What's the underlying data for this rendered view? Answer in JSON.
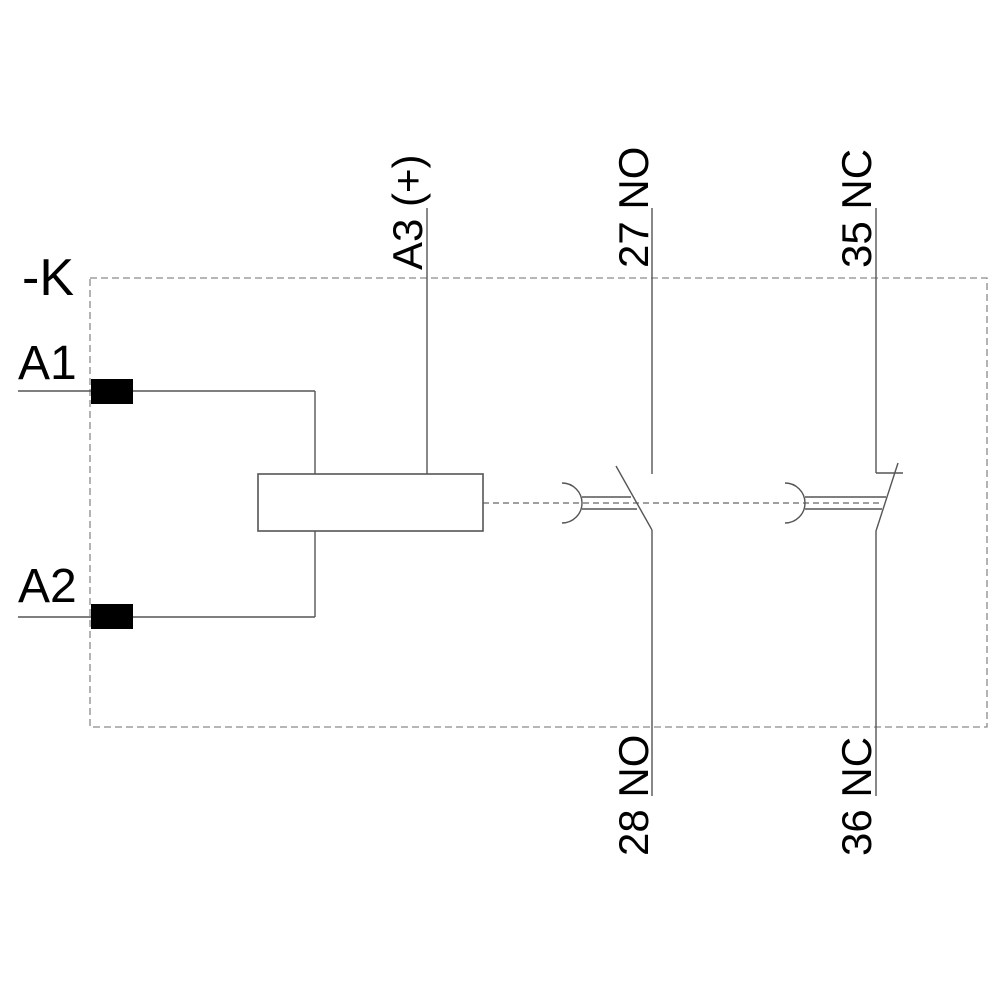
{
  "diagram": {
    "device_label": "-K",
    "coil": {
      "terminal_a1": "A1",
      "terminal_a2": "A2",
      "terminal_a3": "A3 (+)"
    },
    "contacts": [
      {
        "type": "NO",
        "top_terminal": "27 NO",
        "bottom_terminal": "28 NO"
      },
      {
        "type": "NC",
        "top_terminal": "35 NC",
        "bottom_terminal": "36 NC"
      }
    ],
    "colors": {
      "background": "#ffffff",
      "wire": "#555555",
      "boundary": "#8a8a8a",
      "mechanical_link": "#666666",
      "terminal_fill": "#000000",
      "text": "#000000"
    }
  }
}
